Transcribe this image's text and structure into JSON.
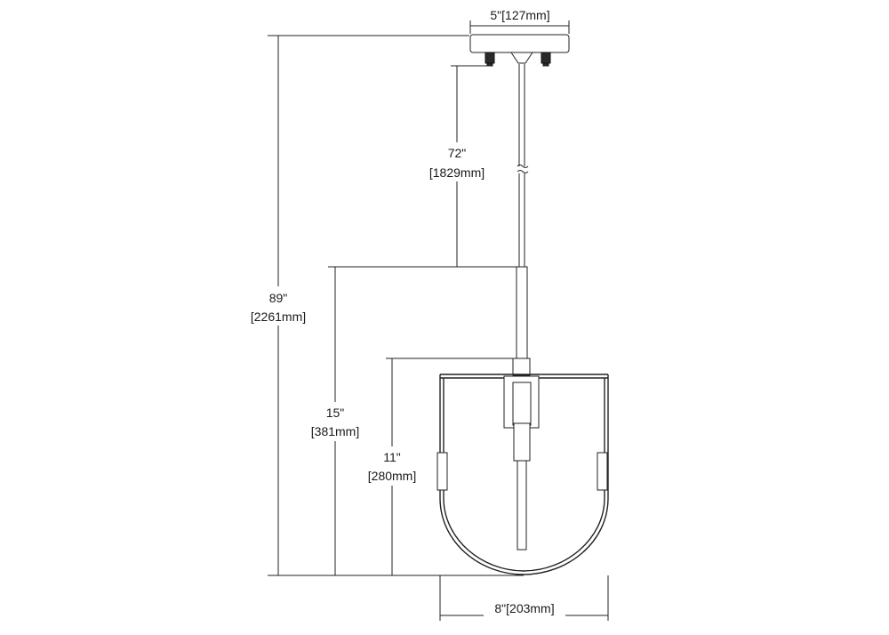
{
  "dimensions": {
    "canopy_width": "5\"[127mm]",
    "chain_length_in": "72\"",
    "chain_length_mm": "[1829mm]",
    "overall_height_in": "89\"",
    "overall_height_mm": "[2261mm]",
    "min_height_in": "15\"",
    "min_height_mm": "[381mm]",
    "shade_height_in": "11\"",
    "shade_height_mm": "[280mm]",
    "shade_width": "8\"[203mm]"
  },
  "colors": {
    "line": "#222222",
    "background": "#ffffff",
    "text": "#1a1a1a"
  }
}
